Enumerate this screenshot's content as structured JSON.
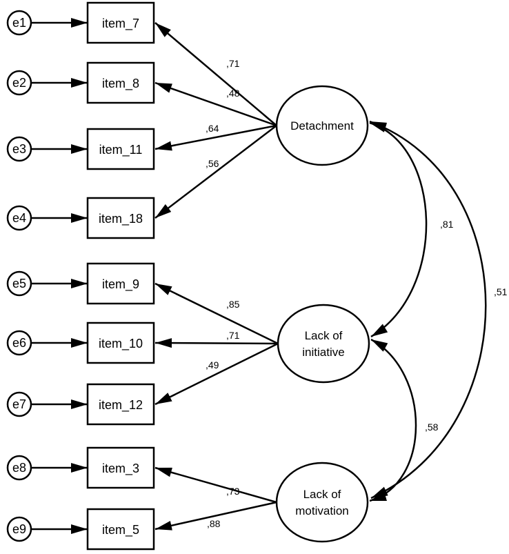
{
  "diagram": {
    "type": "CFA path diagram",
    "errors": [
      "e1",
      "e2",
      "e3",
      "e4",
      "e5",
      "e6",
      "e7",
      "e8",
      "e9"
    ],
    "items": [
      "item_7",
      "item_8",
      "item_11",
      "item_18",
      "item_9",
      "item_10",
      "item_12",
      "item_3",
      "item_5"
    ],
    "latents": [
      {
        "id": "detachment",
        "lines": [
          "Detachment"
        ]
      },
      {
        "id": "initiative",
        "lines": [
          "Lack of",
          "initiative"
        ]
      },
      {
        "id": "motivation",
        "lines": [
          "Lack of",
          "motivation"
        ]
      }
    ],
    "loadings": [
      {
        "from": "detachment",
        "to": "item_7",
        "value": ",71"
      },
      {
        "from": "detachment",
        "to": "item_8",
        "value": ",48"
      },
      {
        "from": "detachment",
        "to": "item_11",
        "value": ",64"
      },
      {
        "from": "detachment",
        "to": "item_18",
        "value": ",56"
      },
      {
        "from": "initiative",
        "to": "item_9",
        "value": ",85"
      },
      {
        "from": "initiative",
        "to": "item_10",
        "value": ",71"
      },
      {
        "from": "initiative",
        "to": "item_12",
        "value": ",49"
      },
      {
        "from": "motivation",
        "to": "item_3",
        "value": ",73"
      },
      {
        "from": "motivation",
        "to": "item_5",
        "value": ",88"
      }
    ],
    "correlations": [
      {
        "a": "detachment",
        "b": "initiative",
        "value": ",81"
      },
      {
        "a": "initiative",
        "b": "motivation",
        "value": ",58"
      },
      {
        "a": "detachment",
        "b": "motivation",
        "value": ",51"
      }
    ]
  }
}
